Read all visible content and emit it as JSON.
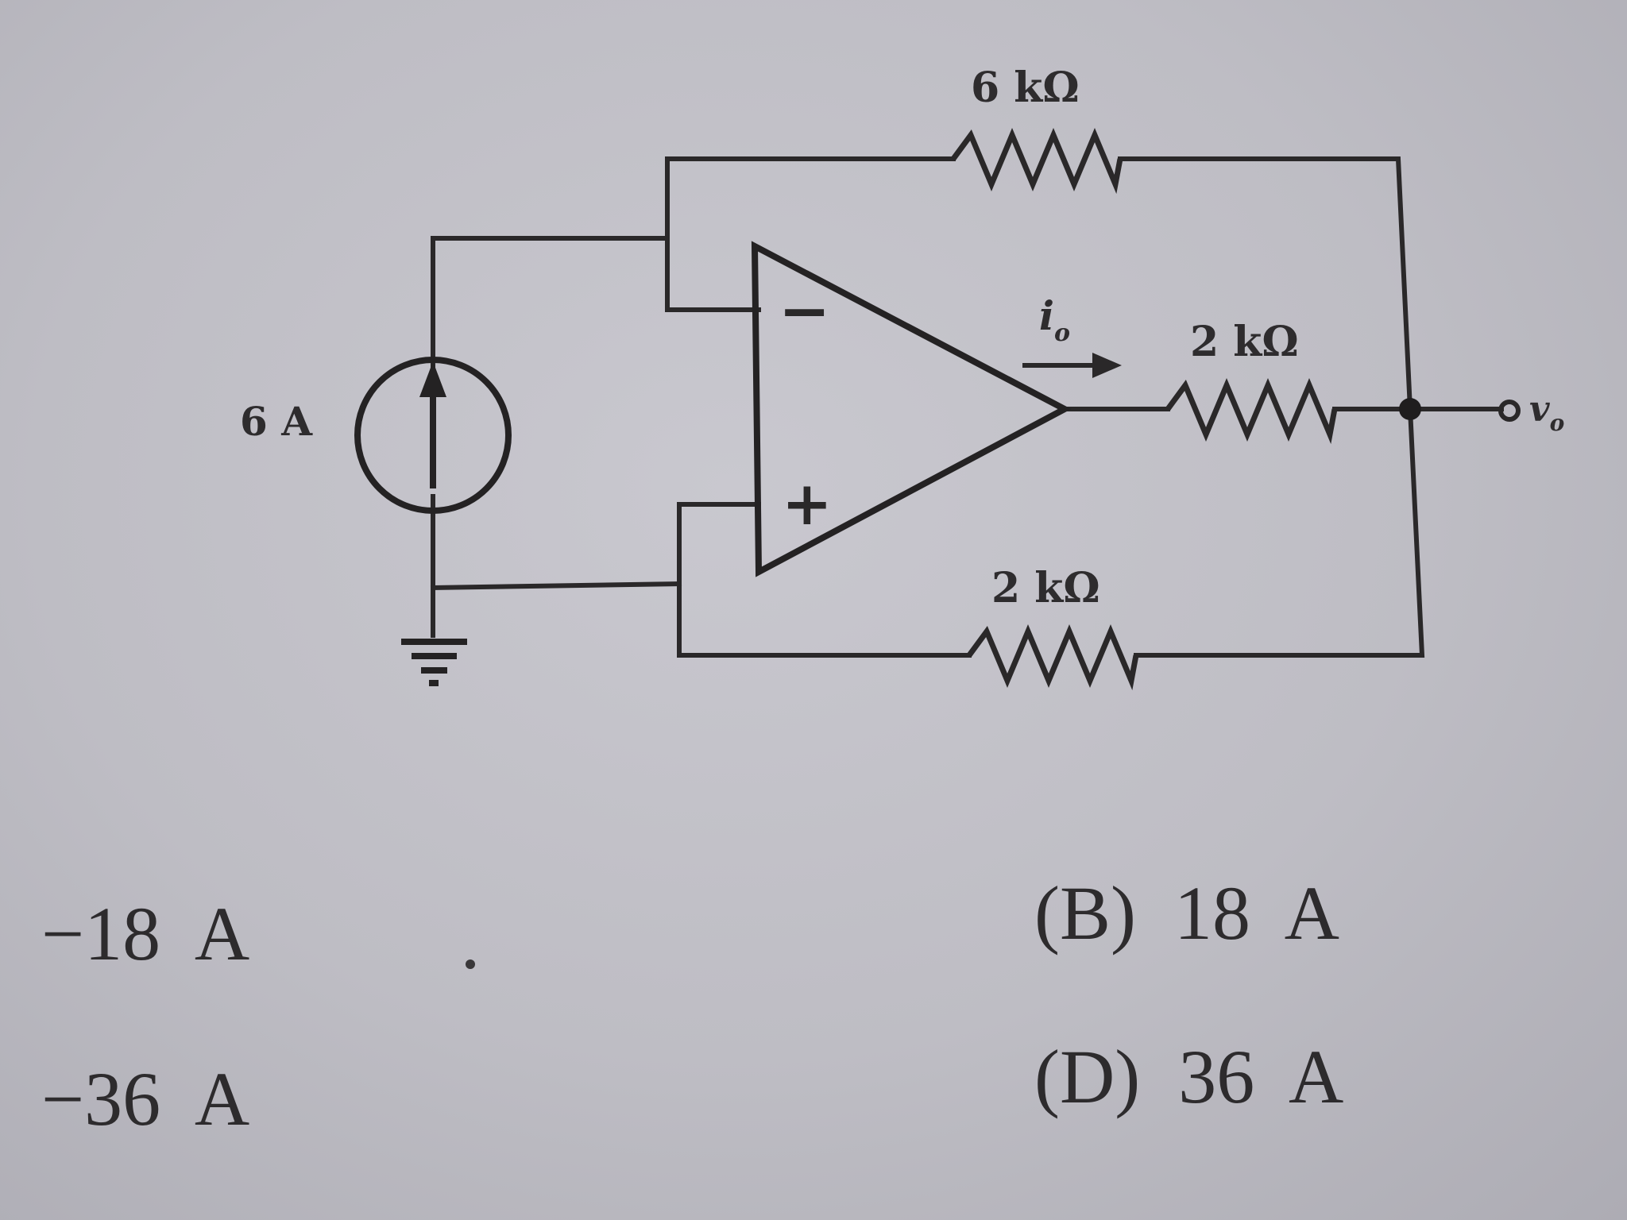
{
  "circuit": {
    "source_label": "6 A",
    "r_feedback_label": "6 kΩ",
    "r_output_label": "2 kΩ",
    "r_bottom_label": "2 kΩ",
    "current_label": "i",
    "current_subscript": "o",
    "output_label": "v",
    "output_subscript": "o",
    "minus_sign": "−",
    "plus_sign": "+"
  },
  "choices": {
    "a": "−18  A",
    "b": "(B)  18  A",
    "c": "−36  A",
    "d": "(D)  36  A"
  }
}
